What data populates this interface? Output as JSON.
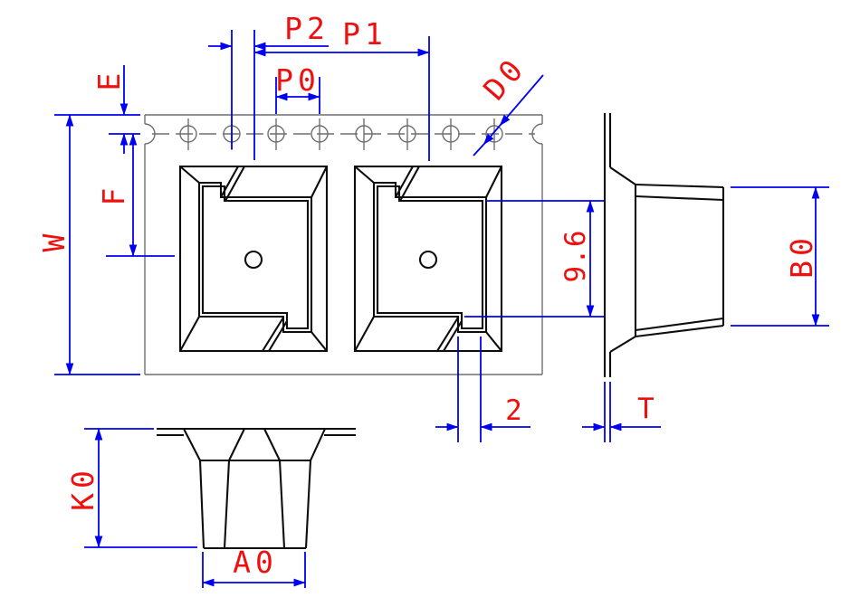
{
  "drawing": {
    "labels": {
      "p2": "P2",
      "p1": "P1",
      "p0": "P0",
      "e": "E",
      "f": "F",
      "w": "W",
      "d0": "D0",
      "b0": "B0",
      "k0": "K0",
      "a0": "A0",
      "t": "T",
      "pocket_pitch_note": "2",
      "pocket_inner_height": "9.6"
    },
    "colors": {
      "dimension_blue": "#0000f0",
      "label_red": "#ee0f0f",
      "outline_black": "#0d0d0d",
      "tape_gray": "#6f6f6f",
      "background": "#ffffff"
    }
  }
}
